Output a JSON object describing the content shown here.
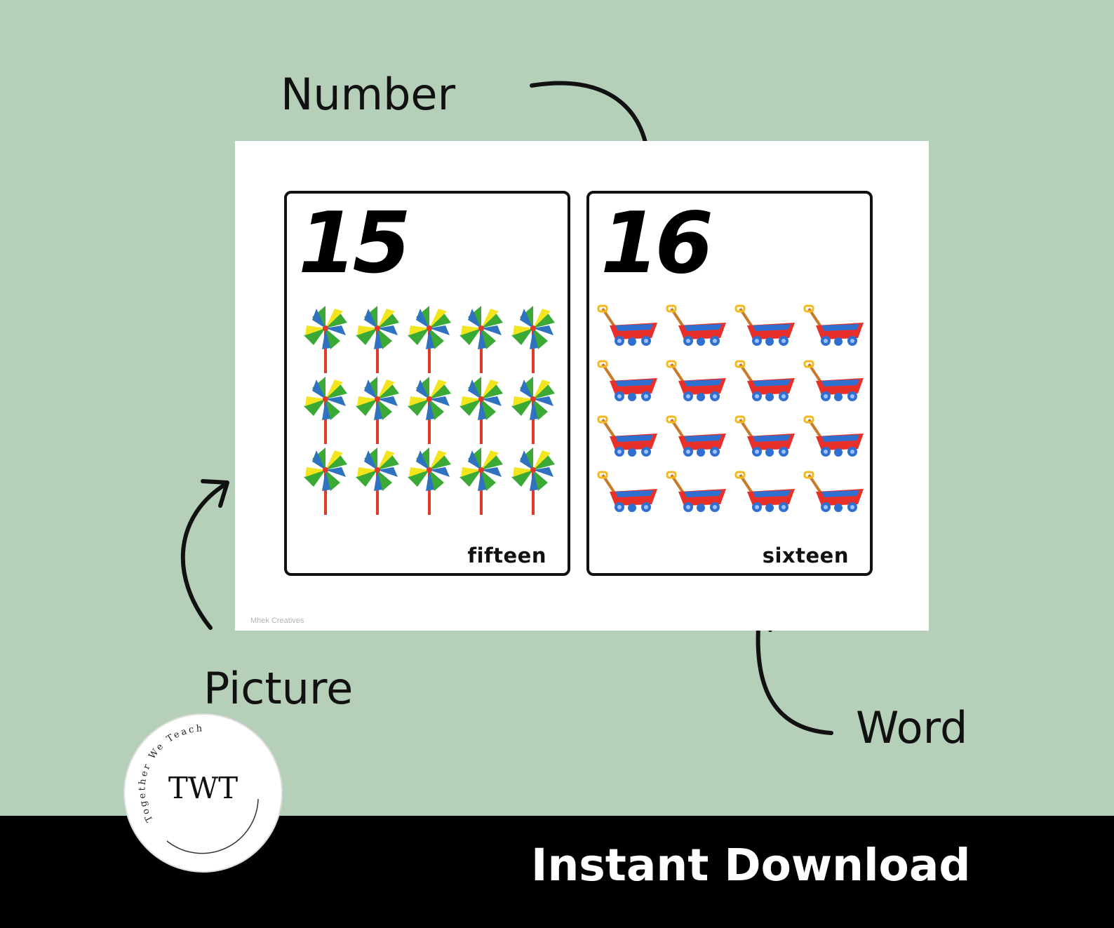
{
  "labels": {
    "number": "Number",
    "picture": "Picture",
    "word": "Word"
  },
  "cards": [
    {
      "number": "15",
      "word": "fifteen",
      "item": "pinwheel-icon",
      "count": 15,
      "columns": 5
    },
    {
      "number": "16",
      "word": "sixteen",
      "item": "wagon-icon",
      "count": 16,
      "columns": 4
    }
  ],
  "sheet": {
    "credit": "Mhek Creatives"
  },
  "banner": {
    "text": "Instant Download"
  },
  "logo": {
    "monogram": "TWT",
    "ring_text": "Together We Teach"
  },
  "colors": {
    "background": "#b5cfb8",
    "banner": "#000000",
    "pinwheel_green": "#3aa935",
    "pinwheel_blue": "#2f72c0",
    "pinwheel_yellow": "#f2e51d",
    "wagon_red": "#e8302a",
    "wagon_blue": "#2f6fd0"
  }
}
